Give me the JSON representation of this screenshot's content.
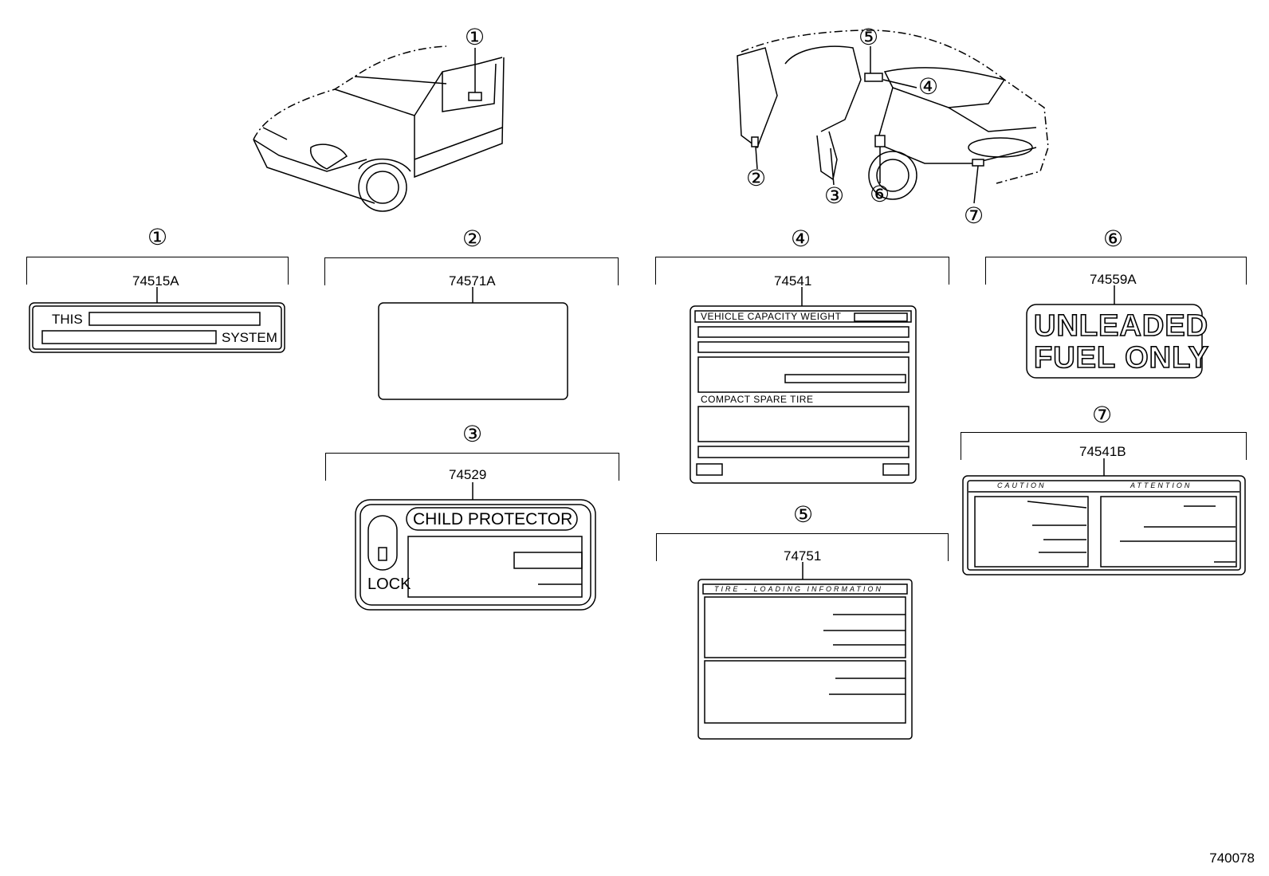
{
  "car_callouts": {
    "front_view": [
      "①"
    ],
    "rear_view": [
      "②",
      "③",
      "④",
      "⑤",
      "⑥",
      "⑦"
    ]
  },
  "labels": [
    {
      "id": "①",
      "part_number": "74515A",
      "text_left": "THIS",
      "text_right": "SYSTEM"
    },
    {
      "id": "②",
      "part_number": "74571A"
    },
    {
      "id": "③",
      "part_number": "74529",
      "title": "CHILD PROTECTOR",
      "sub": "LOCK"
    },
    {
      "id": "④",
      "part_number": "74541",
      "header": "VEHICLE CAPACITY WEIGHT",
      "section": "COMPACT SPARE TIRE"
    },
    {
      "id": "⑤",
      "part_number": "74751",
      "header": "TIRE - LOADING INFORMATION"
    },
    {
      "id": "⑥",
      "part_number": "74559A",
      "line1": "UNLEADED",
      "line2": "FUEL ONLY"
    },
    {
      "id": "⑦",
      "part_number": "74541B",
      "left_header": "CAUTION",
      "right_header": "ATTENTION"
    }
  ],
  "diagram_id": "740078"
}
